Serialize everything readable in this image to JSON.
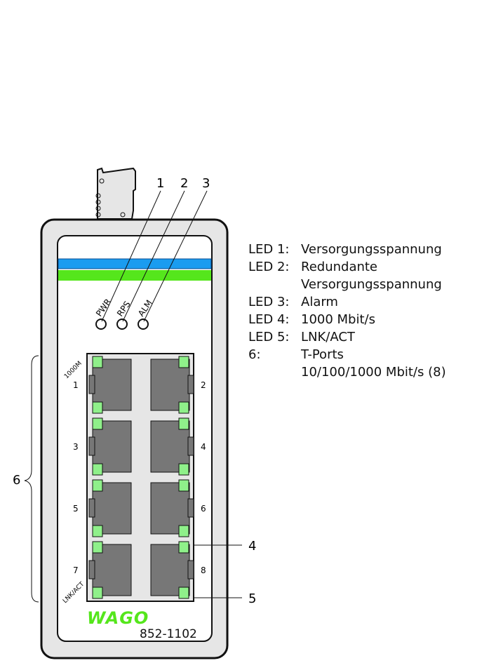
{
  "device": {
    "model": "852-1102",
    "brand": "WAGO",
    "stripe_colors": {
      "blue": "#1a9cf0",
      "green": "#55e61c"
    },
    "led_color": "#8ff08a",
    "port_color": "#777777",
    "body_color": "#e6e6e6",
    "top_leds": [
      "PWR",
      "RPS",
      "ALM"
    ],
    "port_labels": [
      "1",
      "2",
      "3",
      "4",
      "5",
      "6",
      "7",
      "8"
    ],
    "label_1000m": "1000M",
    "label_lnkact": "LNK/ACT"
  },
  "callouts": [
    "1",
    "2",
    "3",
    "4",
    "5",
    "6"
  ],
  "legend": [
    {
      "key": "LED 1:",
      "value": "Versorgungsspannung"
    },
    {
      "key": "LED 2:",
      "value": "Redundante"
    },
    {
      "key": "",
      "value": "Versorgungsspannung"
    },
    {
      "key": "LED 3:",
      "value": "Alarm"
    },
    {
      "key": "LED 4:",
      "value": "1000 Mbit/s"
    },
    {
      "key": "LED 5:",
      "value": "LNK/ACT"
    },
    {
      "key": "6:",
      "value": "T-Ports"
    },
    {
      "key": "",
      "value": "10/100/1000 Mbit/s (8)"
    }
  ]
}
